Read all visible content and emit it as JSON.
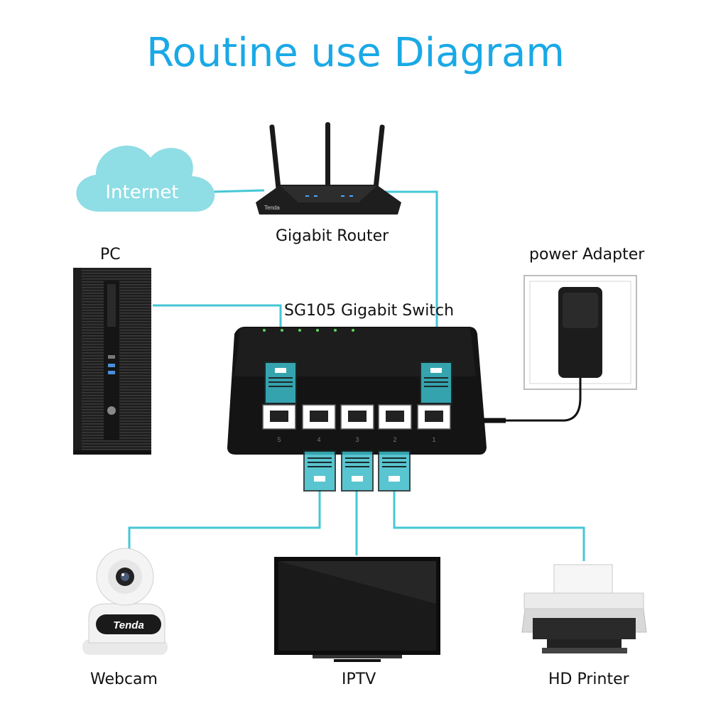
{
  "title": "Routine use Diagram",
  "nodes": {
    "internet": "Internet",
    "router": "Gigabit Router",
    "pc": "PC",
    "switch": "SG105 Gigabit Switch",
    "adapter": "power Adapter",
    "webcam": "Webcam",
    "iptv": "IPTV",
    "printer": "HD Printer"
  },
  "brand": "Tenda",
  "port_numbers": [
    "5",
    "4",
    "3",
    "2",
    "1"
  ],
  "colors": {
    "title": "#1aa9e6",
    "cable": "#45c7d6",
    "connector": "#3bbcc8",
    "cloud": "#8fdde5",
    "device": "#1c1c1c"
  }
}
